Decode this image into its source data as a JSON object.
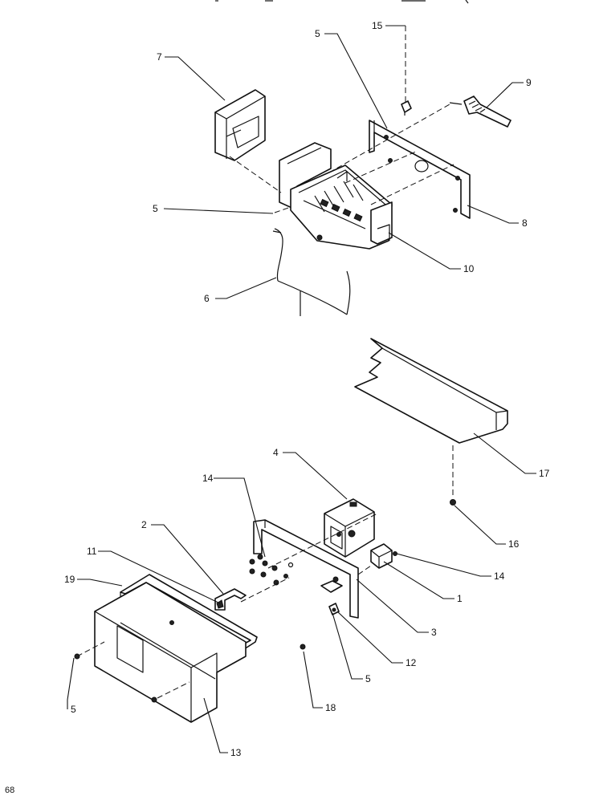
{
  "diagram": {
    "callouts": {
      "c1": "1",
      "c2": "2",
      "c3": "3",
      "c4": "4",
      "c5a": "5",
      "c5b": "5",
      "c5c": "5",
      "c5d": "5",
      "c6": "6",
      "c7": "7",
      "c8": "8",
      "c9": "9",
      "c10": "10",
      "c11": "11",
      "c12": "12",
      "c13": "13",
      "c14a": "14",
      "c14b": "14",
      "c15": "15",
      "c16": "16",
      "c17": "17",
      "c18": "18",
      "c19": "19"
    },
    "page_number": "68"
  }
}
